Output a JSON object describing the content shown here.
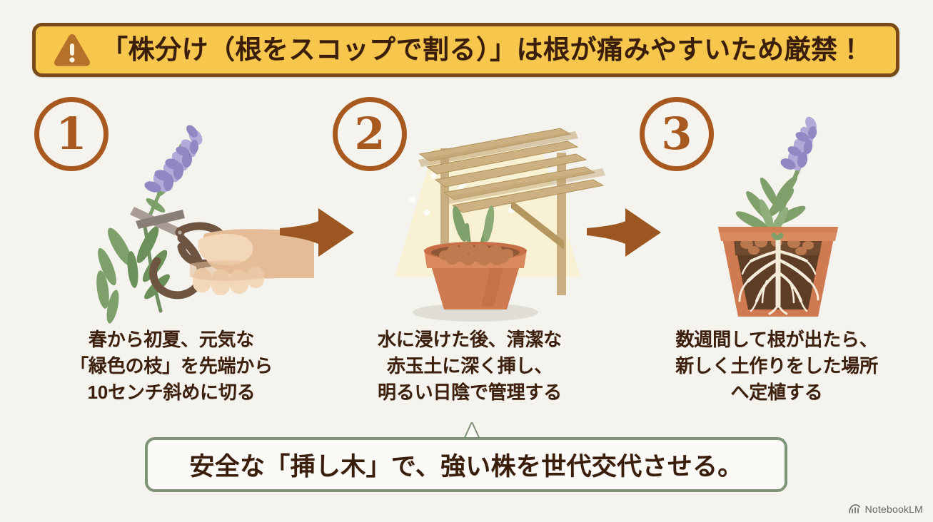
{
  "page": {
    "background_color": "#F5F3ED",
    "topic": "lavender-propagation-steps"
  },
  "banner": {
    "icon": "warning-triangle-icon",
    "text": "「株分け（根をスコップで割る）」は根が痛みやすいため厳禁！",
    "background_color": "#F7C64D",
    "border_color": "#7A4A18",
    "text_color": "#3A1E0B",
    "icon_color": "#B5712A"
  },
  "steps": [
    {
      "number": "1",
      "illustration": "hand-cutting-lavender-stem-with-scissors",
      "caption_lines": [
        "春から初夏、元気な",
        "「緑色の枝」を先端から",
        "10センチ斜めに切る"
      ]
    },
    {
      "number": "2",
      "illustration": "cutting-planted-in-terracotta-pot-under-shade-pergola",
      "caption_lines": [
        "水に浸けた後、清潔な",
        "赤玉土に深く挿し、",
        "明るい日陰で管理する"
      ]
    },
    {
      "number": "3",
      "illustration": "rooted-lavender-plant-cross-section-pot",
      "caption_lines": [
        "数週間して根が出たら、",
        "新しく土作りをした場所",
        "へ定植する"
      ]
    }
  ],
  "arrows": [
    {
      "name": "arrow-step1-to-step2",
      "direction": "right",
      "color": "#9C5621"
    },
    {
      "name": "arrow-step2-to-step3",
      "direction": "right",
      "color": "#9C5621"
    }
  ],
  "callout": {
    "text": "安全な「挿し木」で、強い株を世代交代させる。",
    "border_color": "#7E9377",
    "background_color": "#FBFAF6",
    "text_color": "#3A1E0B",
    "pointer": "up"
  },
  "watermark": {
    "icon": "notebooklm-icon",
    "label": "NotebookLM"
  },
  "palette": {
    "number_circle": "#A8591F",
    "caption_text": "#3C1F0C",
    "lavender_flower": "#B0A8D8",
    "lavender_flower_dark": "#8178B0",
    "leaf_green": "#7E9E6E",
    "leaf_green_dark": "#5E8150",
    "terracotta": "#C8714A",
    "terracotta_light": "#D98A5F",
    "soil_dark": "#6B452C",
    "akadama": "#B9784E",
    "wood": "#C6A977",
    "wood_dark": "#A98C5C",
    "light_beam": "#F7EFCF",
    "skin": "#E6BE99",
    "skin_light": "#F2D7B6",
    "scissors_metal": "#9C9089",
    "scissors_handle": "#6E5541",
    "root_white": "#F4EBD9"
  }
}
